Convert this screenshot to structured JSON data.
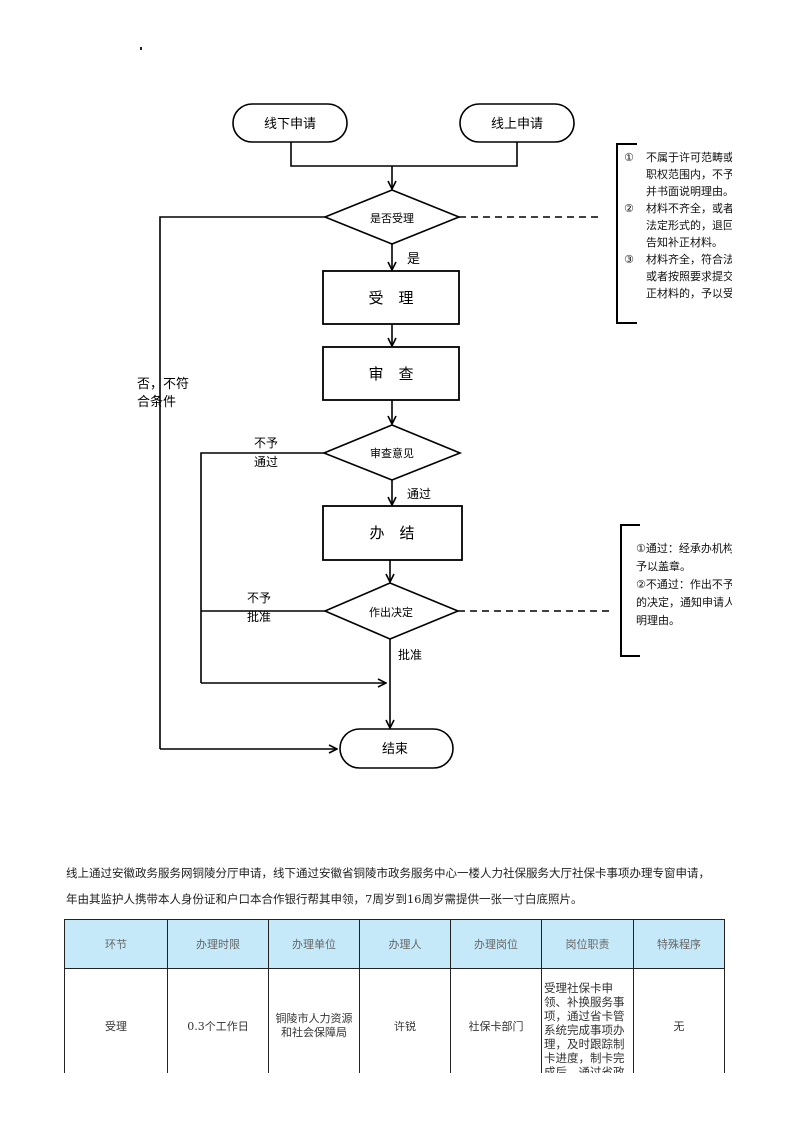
{
  "flowchart": {
    "start_offline": "线下申请",
    "start_online": "线上申请",
    "decision_accept": "是否受理",
    "label_yes": "是",
    "step_accept": "受　理",
    "step_review": "审　查",
    "decision_review": "审查意见",
    "label_pass": "通过",
    "label_not_pass_line1": "不予",
    "label_not_pass_line2": "通过",
    "step_handle": "办　结",
    "decision_final": "作出决定",
    "label_approve": "批准",
    "label_not_approve_line1": "不予",
    "label_not_approve_line2": "批准",
    "label_reject_line1": "否，不符",
    "label_reject_line2": "合条件",
    "end": "结束"
  },
  "note_accept": {
    "items": [
      {
        "num": "①",
        "lines": [
          "不属于许可范畴或",
          "职权范围内，不予",
          "并书面说明理由。"
        ]
      },
      {
        "num": "②",
        "lines": [
          "材料不齐全，或者",
          "法定形式的，退回",
          "告知补正材料。"
        ]
      },
      {
        "num": "③",
        "lines": [
          "材料齐全，符合法",
          "或者按照要求提交",
          "正材料的，予以受"
        ]
      }
    ]
  },
  "note_decision": {
    "lines": [
      "①通过：经承办机构",
      "予以盖章。",
      "②不通过：作出不予",
      "的决定，通知申请人",
      "明理由。"
    ]
  },
  "intro": {
    "line1": "线上通过安徽政务服务网铜陵分厅申请，线下通过安徽省铜陵市政务服务中心一楼人力社保服务大厅社保卡事项办理专窗申请，",
    "line2": "年由其监护人携带本人身份证和户口本合作银行帮其申领，7周岁到16周岁需提供一张一寸白底照片。"
  },
  "table": {
    "headers": [
      "环节",
      "办理时限",
      "办理单位",
      "办理人",
      "办理岗位",
      "岗位职责",
      "特殊程序"
    ],
    "rows": [
      {
        "stage": "受理",
        "time_limit": "0.3个工作日",
        "unit": "铜陵市人力资源和社会保障局",
        "handler": "许锐",
        "post": "社保卡部门",
        "duty": "受理社保卡申领、补换服务事项，通过省卡管系统完成事项办理，及时跟踪制卡进度，制卡完成后，通过省政务",
        "special": "无"
      }
    ]
  }
}
